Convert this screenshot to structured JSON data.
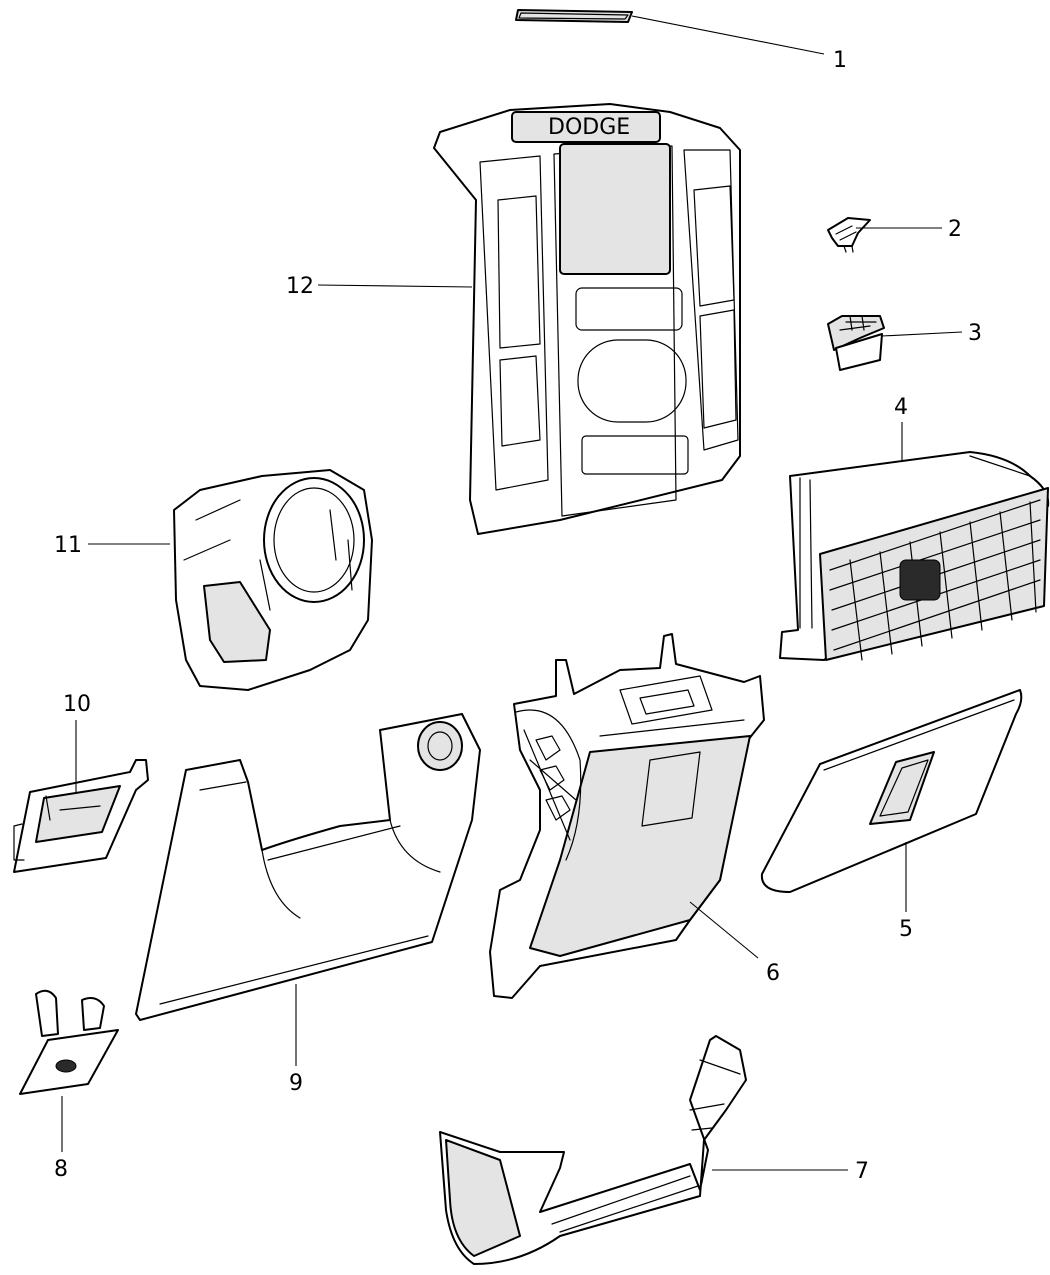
{
  "diagram": {
    "callouts": [
      {
        "id": "1",
        "label": "1"
      },
      {
        "id": "2",
        "label": "2"
      },
      {
        "id": "3",
        "label": "3"
      },
      {
        "id": "4",
        "label": "4"
      },
      {
        "id": "5",
        "label": "5"
      },
      {
        "id": "6",
        "label": "6"
      },
      {
        "id": "7",
        "label": "7"
      },
      {
        "id": "8",
        "label": "8"
      },
      {
        "id": "9",
        "label": "9"
      },
      {
        "id": "10",
        "label": "10"
      },
      {
        "id": "11",
        "label": "11"
      },
      {
        "id": "12",
        "label": "12"
      }
    ],
    "bezel_badge": "DODGE"
  }
}
